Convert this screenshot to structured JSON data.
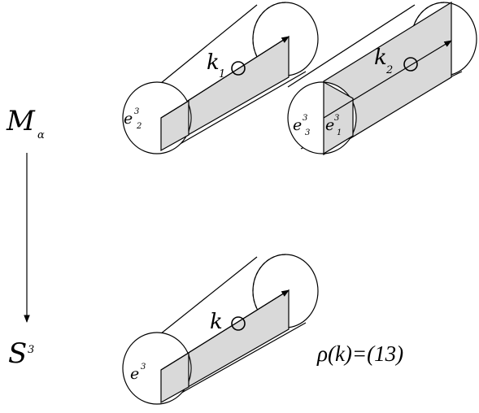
{
  "left_labels": {
    "top_main": "M",
    "top_sub": "α",
    "bottom_main": "S",
    "bottom_sup": "3"
  },
  "cylinders": [
    {
      "knot_main": "k",
      "knot_sub": "1",
      "face_main": "e",
      "face_sup": "3",
      "face_sub": "2"
    },
    {
      "knot_main": "k",
      "knot_sub": "2",
      "face_a_main": "e",
      "face_a_sup": "3",
      "face_a_sub": "3",
      "face_b_main": "e",
      "face_b_sup": "3",
      "face_b_sub": "1"
    },
    {
      "knot_main": "k",
      "face_main": "e",
      "face_sup": "3"
    }
  ],
  "formula": "ρ(k)=(13)"
}
